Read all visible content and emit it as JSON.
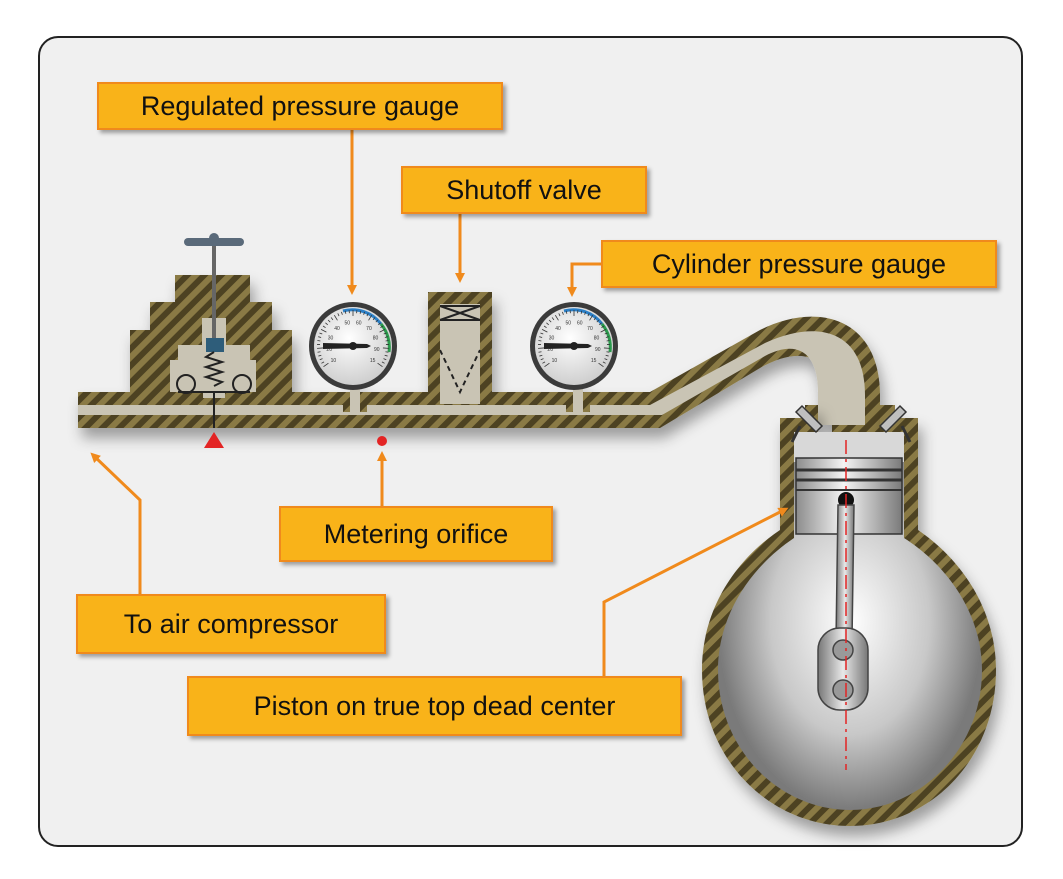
{
  "labels": {
    "regulated_pressure_gauge": "Regulated pressure gauge",
    "shutoff_valve": "Shutoff valve",
    "cylinder_pressure_gauge": "Cylinder pressure gauge",
    "metering_orifice": "Metering orifice",
    "to_air_compressor": "To air compressor",
    "piston_tdc": "Piston on true top dead center"
  },
  "gauges": {
    "left": {
      "ticks": [
        "10",
        "20",
        "30",
        "40",
        "50",
        "60",
        "70",
        "80",
        "90",
        "15"
      ]
    },
    "right": {
      "ticks": [
        "10",
        "20",
        "30",
        "40",
        "50",
        "60",
        "70",
        "80",
        "90",
        "15"
      ]
    }
  },
  "colors": {
    "callout_fill": "#f9b319",
    "callout_border": "#f08a1c",
    "pipe_wall": "#7a6a3a",
    "pipe_interior": "#c9c4b4",
    "leader": "#f08a1c",
    "background": "#f0f0f0"
  }
}
